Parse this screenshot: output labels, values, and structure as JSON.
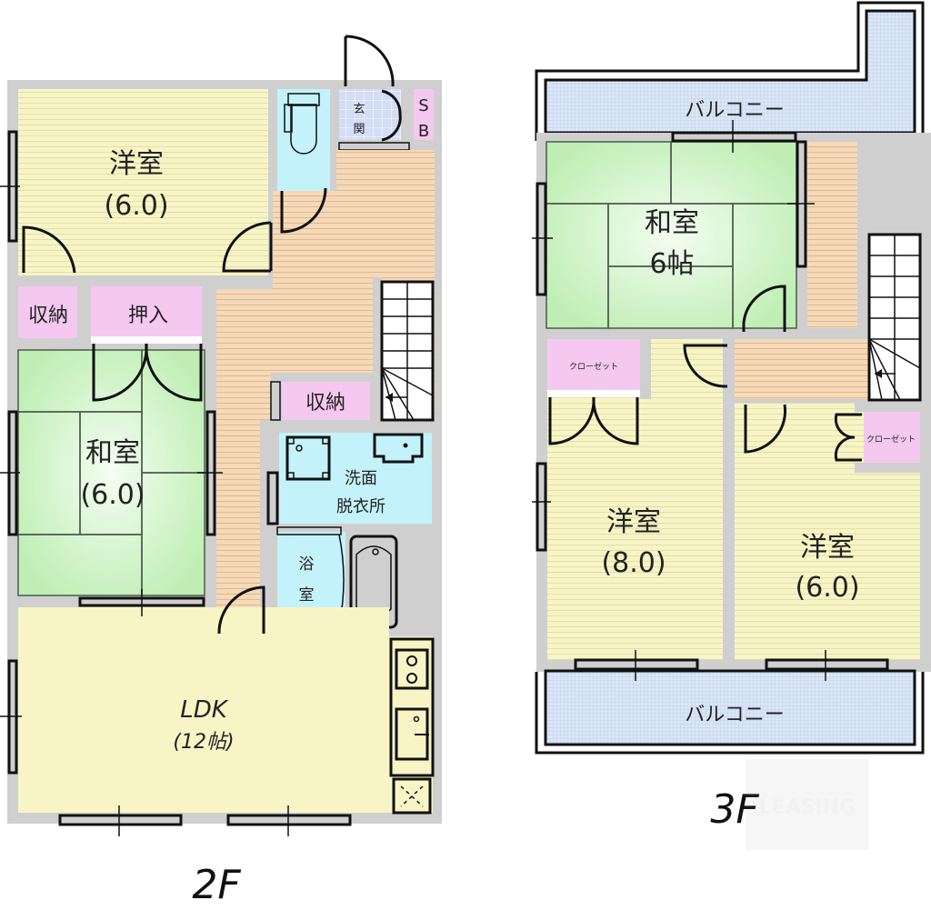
{
  "floors": [
    {
      "label": "2F",
      "rooms": [
        {
          "id": "western-room",
          "name": "洋室",
          "size": "(6.0)"
        },
        {
          "id": "storage-1",
          "name": "収納"
        },
        {
          "id": "closet-oshiire",
          "name": "押入"
        },
        {
          "id": "japanese-room",
          "name": "和室",
          "size": "(6.0)"
        },
        {
          "id": "entrance",
          "name": "玄\n関",
          "line1": "玄",
          "line2": "関"
        },
        {
          "id": "shoe-box",
          "line1": "S",
          "line2": "B"
        },
        {
          "id": "storage-2",
          "name": "収納"
        },
        {
          "id": "washroom",
          "line1": "洗面",
          "line2": "脱衣所"
        },
        {
          "id": "bathroom",
          "line1": "浴",
          "line2": "室"
        },
        {
          "id": "ldk",
          "name": "LDK",
          "size": "(12帖)"
        }
      ]
    },
    {
      "label": "3F",
      "rooms": [
        {
          "id": "balcony-north",
          "name": "バルコニー"
        },
        {
          "id": "japanese-room",
          "name": "和室",
          "size": "6帖"
        },
        {
          "id": "closet-1",
          "name": "クローゼット"
        },
        {
          "id": "closet-2",
          "name": "クローゼット"
        },
        {
          "id": "western-room-8",
          "name": "洋室",
          "size": "(8.0)"
        },
        {
          "id": "western-room-6",
          "name": "洋室",
          "size": "(6.0)"
        },
        {
          "id": "balcony-south",
          "name": "バルコニー"
        }
      ]
    }
  ],
  "colors": {
    "western": "#f7f5c6",
    "tatami": "#c8f0bf",
    "storage": "#f5c8f0",
    "wet": "#c4f2fa",
    "hall": "#f5d9b8",
    "balcony": "#d4e2f5",
    "entrance_tile": "#d6e2f6",
    "wall": "#cfcfcf"
  },
  "watermark": "LEASING"
}
